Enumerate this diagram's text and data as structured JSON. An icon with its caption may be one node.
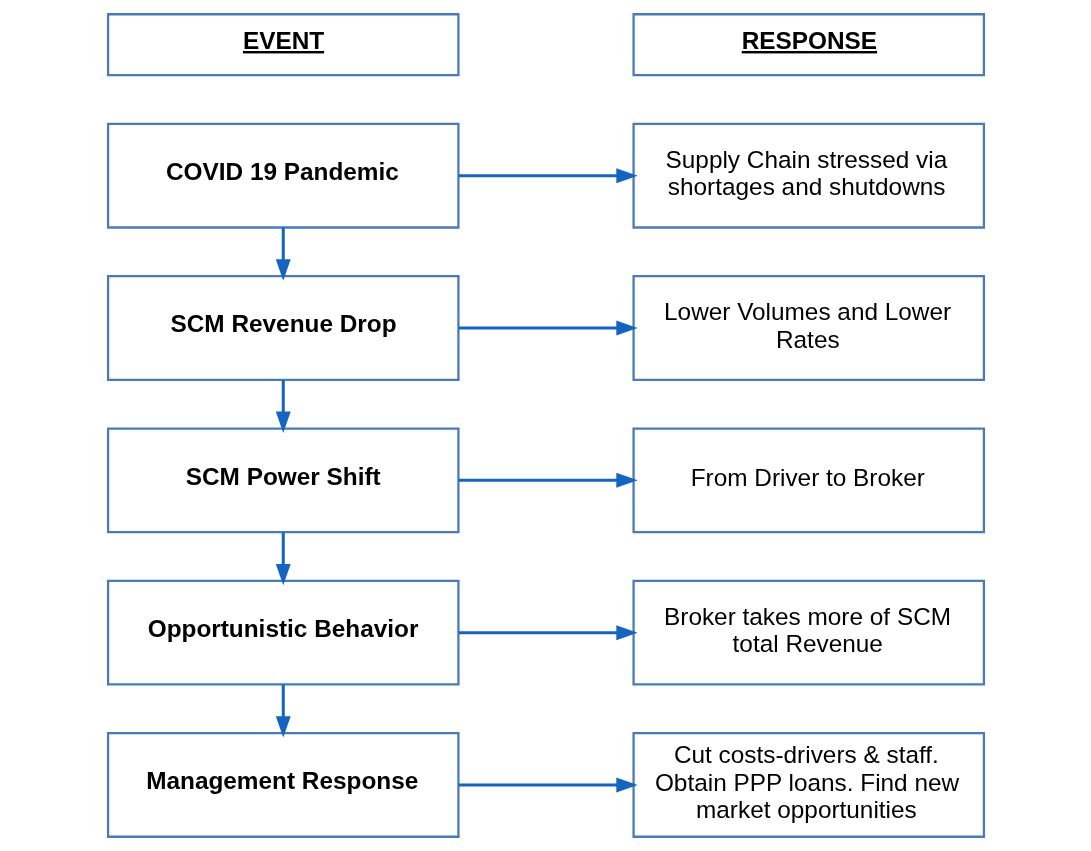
{
  "diagram": {
    "nodes": [
      {
        "text": [
          "EVENT"
        ]
      },
      {
        "text": [
          "RESPONSE"
        ]
      },
      {
        "text": [
          "COVID 19 Pandemic"
        ]
      },
      {
        "text": [
          "Supply Chain stressed via shortages and shutdowns"
        ]
      },
      {
        "text": [
          "SCM Revenue Drop"
        ]
      },
      {
        "text": [
          "Lower Volumes and Lower Rates"
        ]
      },
      {
        "text": [
          "SCM Power Shift"
        ]
      },
      {
        "text": [
          "From Driver to Broker"
        ]
      },
      {
        "text": [
          "Opportunistic Behavior"
        ]
      },
      {
        "text": [
          "Broker takes more of SCM total Revenue"
        ]
      },
      {
        "text": [
          "Management Response"
        ]
      },
      {
        "text": [
          "Cut costs-drivers & staff. Obtain PPP loans. Find new market opportunities"
        ]
      }
    ],
    "edges": [
      {
        "from": 2,
        "to": 3,
        "arrow": "to"
      },
      {
        "from": 2,
        "to": 4,
        "arrow": "to"
      },
      {
        "from": 4,
        "to": 5,
        "arrow": "to"
      },
      {
        "from": 4,
        "to": 6,
        "arrow": "to"
      },
      {
        "from": 6,
        "to": 7,
        "arrow": "to"
      },
      {
        "from": 6,
        "to": 8,
        "arrow": "to"
      },
      {
        "from": 8,
        "to": 9,
        "arrow": "to"
      },
      {
        "from": 8,
        "to": 10,
        "arrow": "to"
      },
      {
        "from": 10,
        "to": 11,
        "arrow": "to"
      }
    ]
  }
}
